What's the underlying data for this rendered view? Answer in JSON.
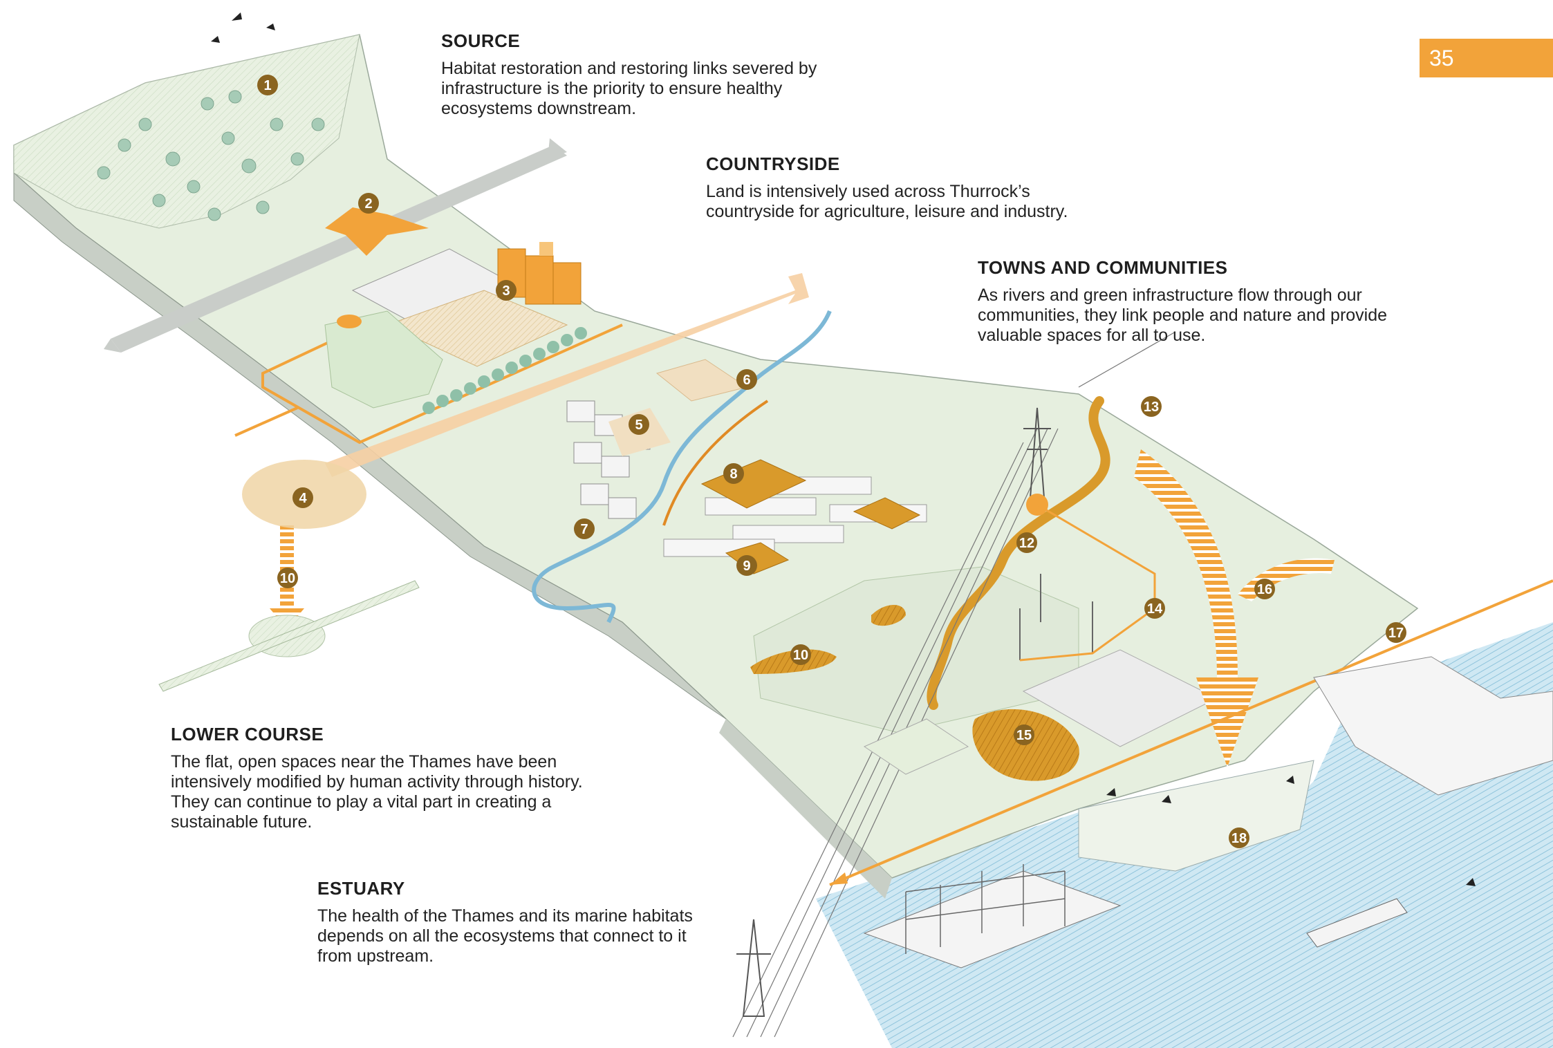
{
  "page_number": "35",
  "sections": {
    "source": {
      "title": "SOURCE",
      "body": "Habitat restoration and restoring links severed by infrastructure is the priority to ensure healthy ecosystems downstream."
    },
    "countryside": {
      "title": "COUNTRYSIDE",
      "body": "Land is intensively used across Thurrock’s countryside for agriculture, leisure and industry."
    },
    "towns": {
      "title": "TOWNS AND COMMUNITIES",
      "body": "As rivers and green infrastructure flow through our communities, they link people and nature and provide valuable spaces for all to use."
    },
    "lower_course": {
      "title": "LOWER COURSE",
      "body": "The flat, open spaces near the Thames have been intensively modified by human activity through history. They can continue to play a vital part in creating a sustainable future."
    },
    "estuary": {
      "title": "ESTUARY",
      "body": "The health of the Thames and its marine habitats depends on all the ecosystems that connect to it from upstream."
    }
  },
  "markers": [
    "1",
    "2",
    "3",
    "4",
    "5",
    "6",
    "7",
    "8",
    "9",
    "10",
    "10",
    "12",
    "13",
    "14",
    "15",
    "16",
    "17",
    "18"
  ],
  "colors": {
    "accent_orange": "#f2a33a",
    "marker_brown": "#8a6420",
    "land_green": "#e4eedb",
    "field_tan": "#e8c98f",
    "water_blue": "#b9dcec",
    "tree_green": "#9cc4ad"
  }
}
